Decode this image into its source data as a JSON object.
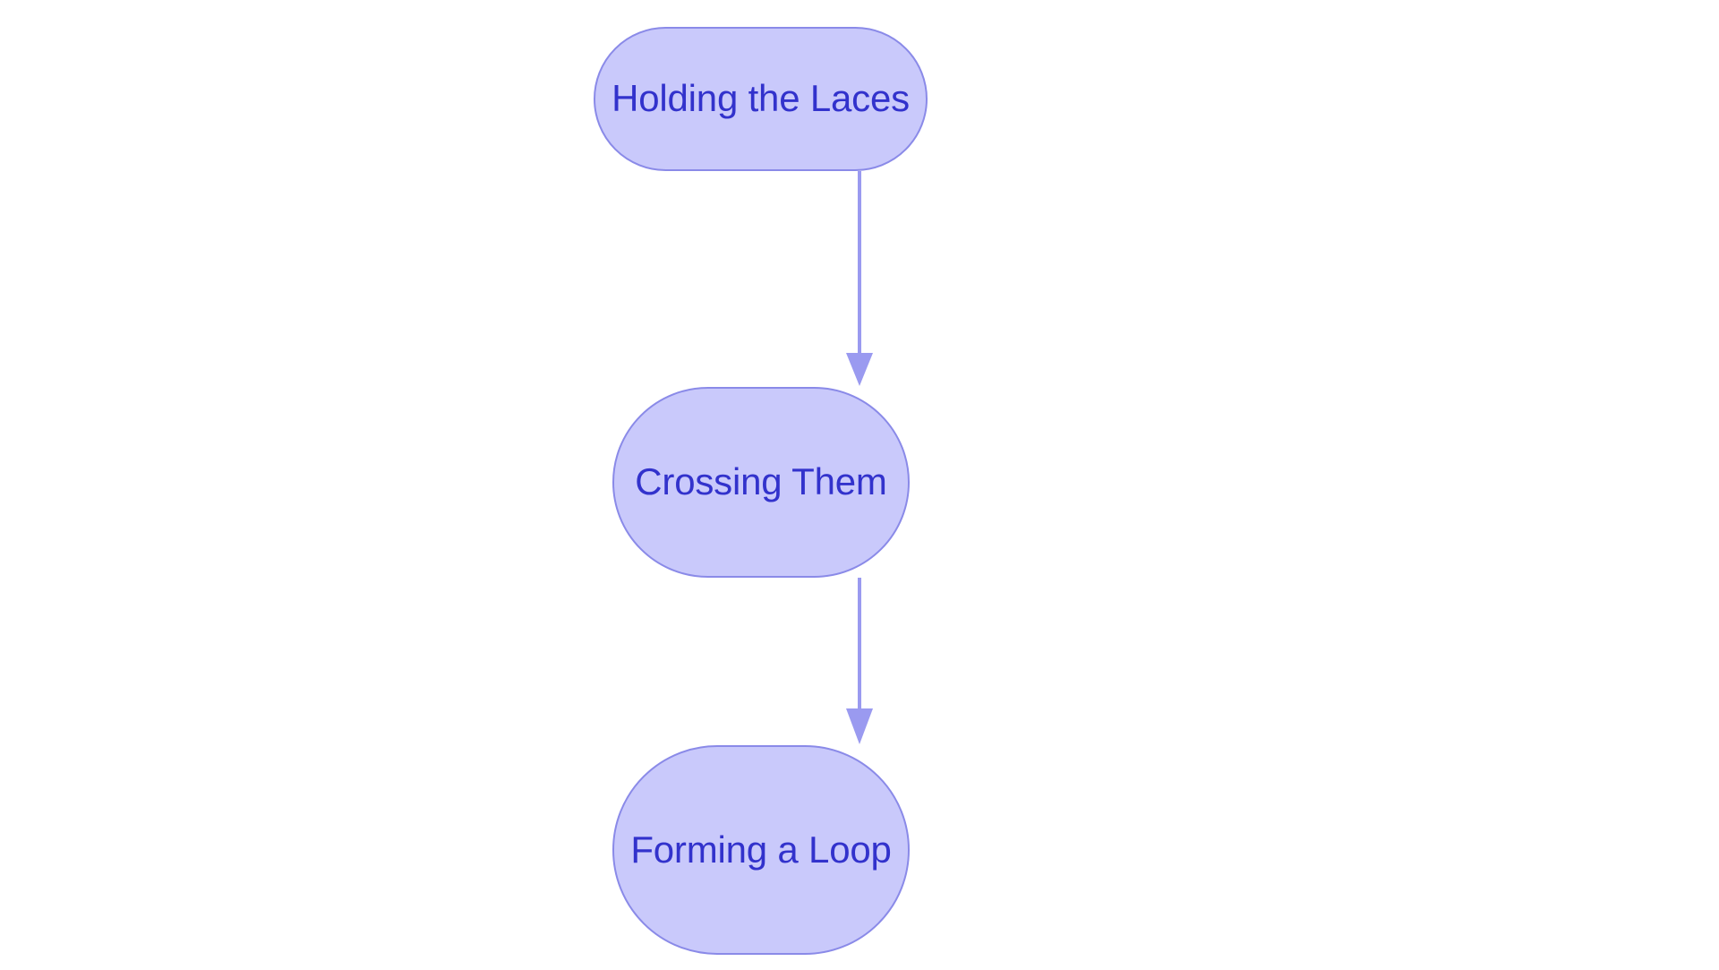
{
  "diagram": {
    "type": "flowchart",
    "orientation": "top-to-bottom",
    "background_color": "#ffffff",
    "node_fill_color": "#c9c9fb",
    "node_border_color": "#8a8ae8",
    "node_text_color": "#3232cc",
    "edge_color": "#9a9af0",
    "nodes": [
      {
        "id": "n1",
        "label": "Holding the Laces"
      },
      {
        "id": "n2",
        "label": "Crossing Them"
      },
      {
        "id": "n3",
        "label": "Forming a Loop"
      }
    ],
    "edges": [
      {
        "from": "n1",
        "to": "n2",
        "label": "",
        "arrowhead": "solid-triangle"
      },
      {
        "from": "n2",
        "to": "n3",
        "label": "",
        "arrowhead": "solid-triangle"
      }
    ]
  }
}
